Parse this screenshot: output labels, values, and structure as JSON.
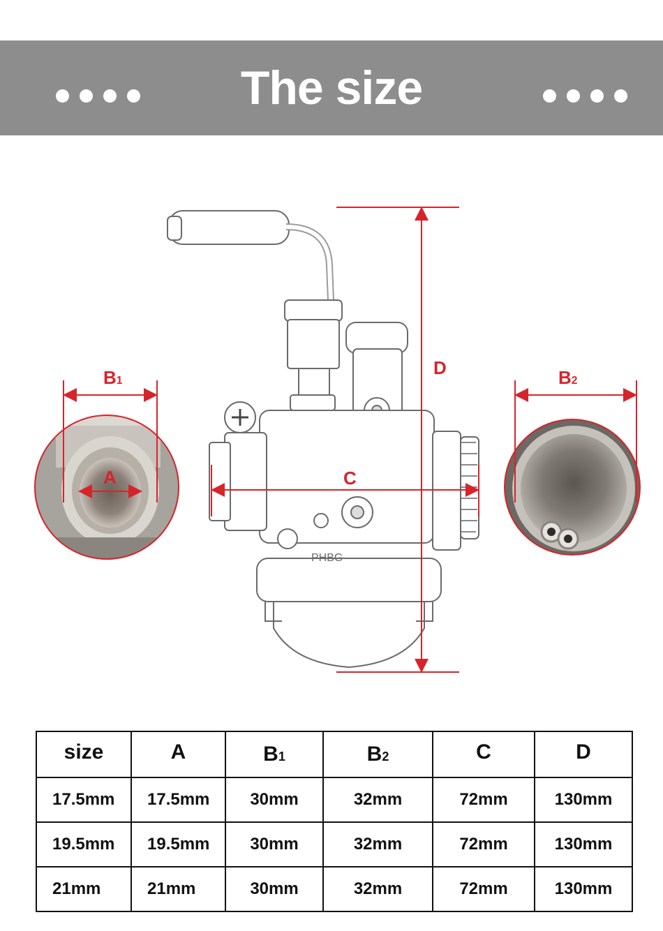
{
  "banner": {
    "title": "The size",
    "dot_count": 4
  },
  "diagram": {
    "labels": {
      "b1_main": "B",
      "b1_sub": "1",
      "b2_main": "B",
      "b2_sub": "2",
      "a": "A",
      "c": "C",
      "d": "D",
      "stamp": "PHBG"
    },
    "accent_color": "#d6242b"
  },
  "table": {
    "headers": [
      {
        "main": "size",
        "sub": ""
      },
      {
        "main": "A",
        "sub": ""
      },
      {
        "main": "B",
        "sub": "1"
      },
      {
        "main": "B",
        "sub": "2"
      },
      {
        "main": "C",
        "sub": ""
      },
      {
        "main": "D",
        "sub": ""
      }
    ],
    "rows": [
      [
        "17.5mm",
        "17.5mm",
        "30mm",
        "32mm",
        "72mm",
        "130mm"
      ],
      [
        "19.5mm",
        "19.5mm",
        "30mm",
        "32mm",
        "72mm",
        "130mm"
      ],
      [
        "21mm",
        "21mm",
        "30mm",
        "32mm",
        "72mm",
        "130mm"
      ]
    ]
  }
}
